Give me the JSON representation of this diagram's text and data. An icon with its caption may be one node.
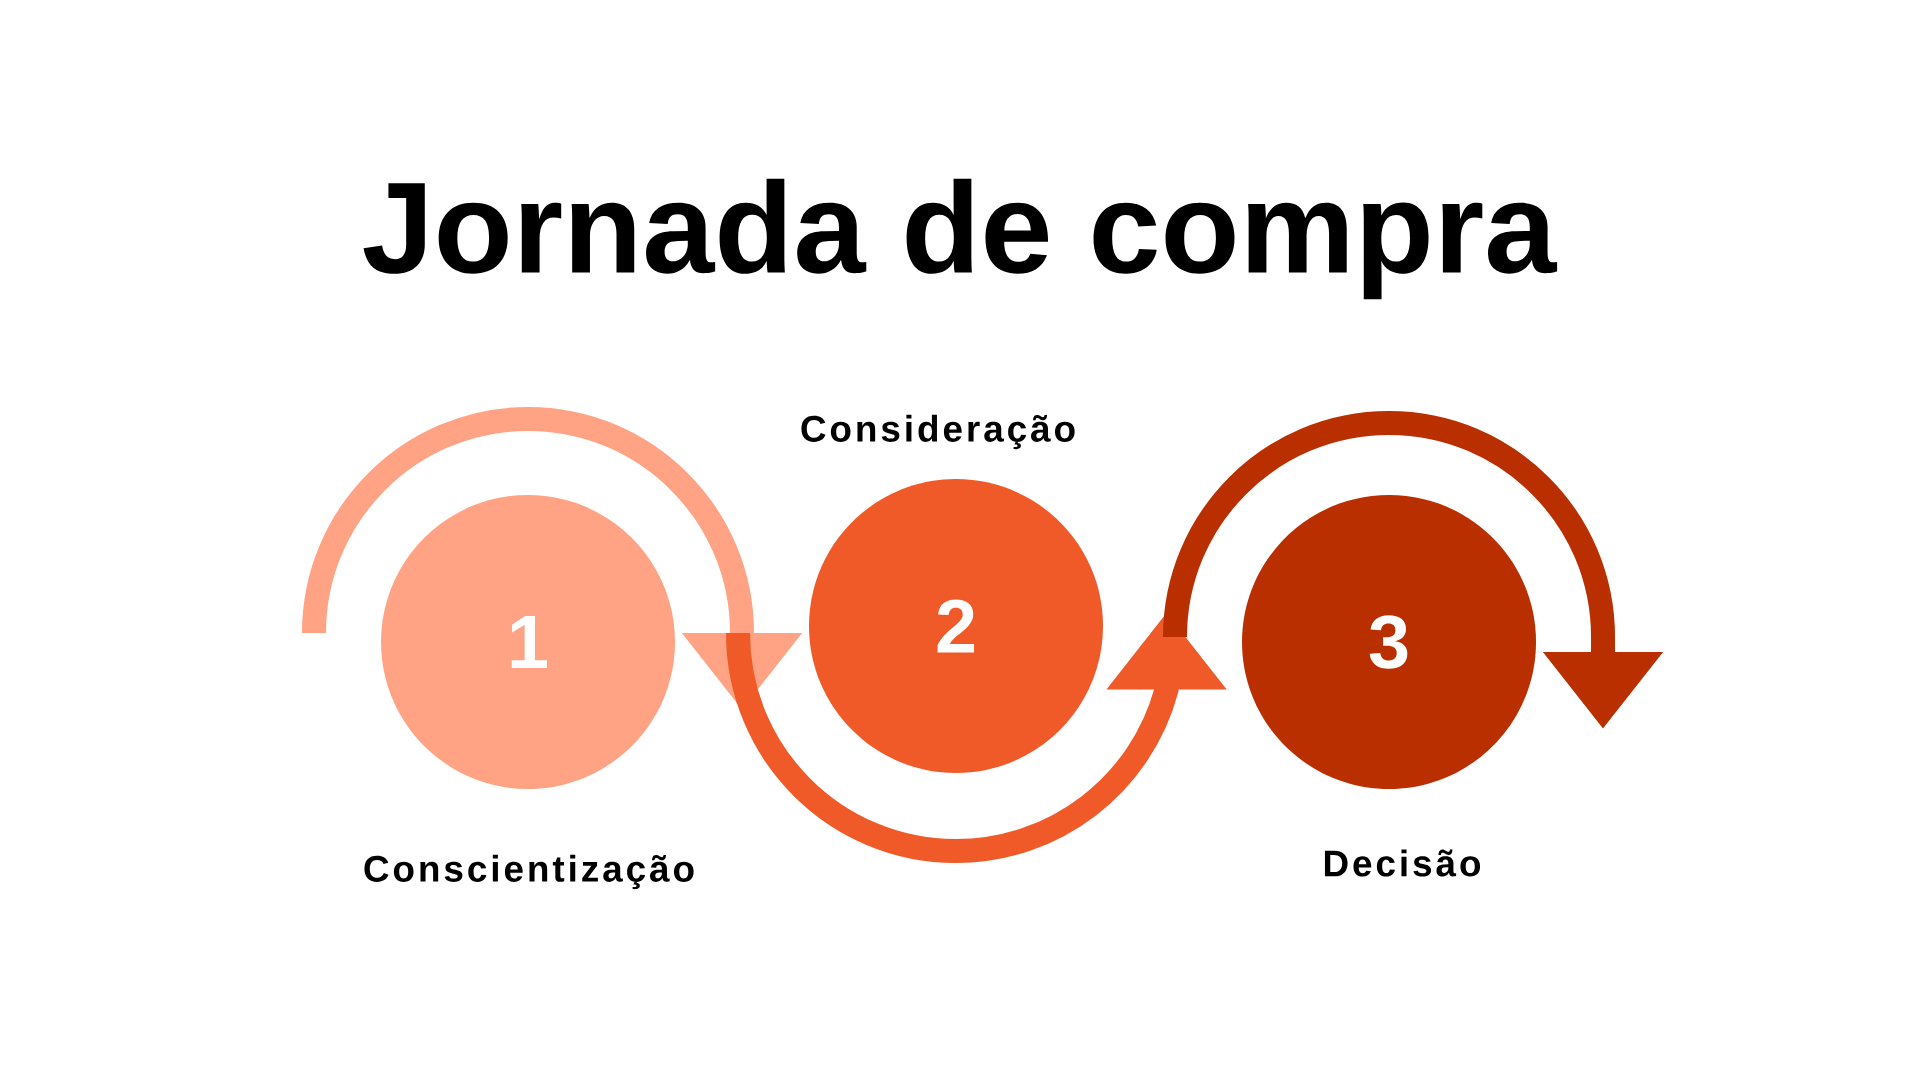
{
  "diagram": {
    "title": "Jornada de compra",
    "nodes": [
      {
        "text": [
          "1"
        ],
        "beside": [
          "Conscientização"
        ]
      },
      {
        "text": [
          "2"
        ],
        "beside": [
          "Consideração"
        ]
      },
      {
        "text": [
          "3"
        ],
        "beside": [
          "Decisão"
        ]
      }
    ]
  }
}
